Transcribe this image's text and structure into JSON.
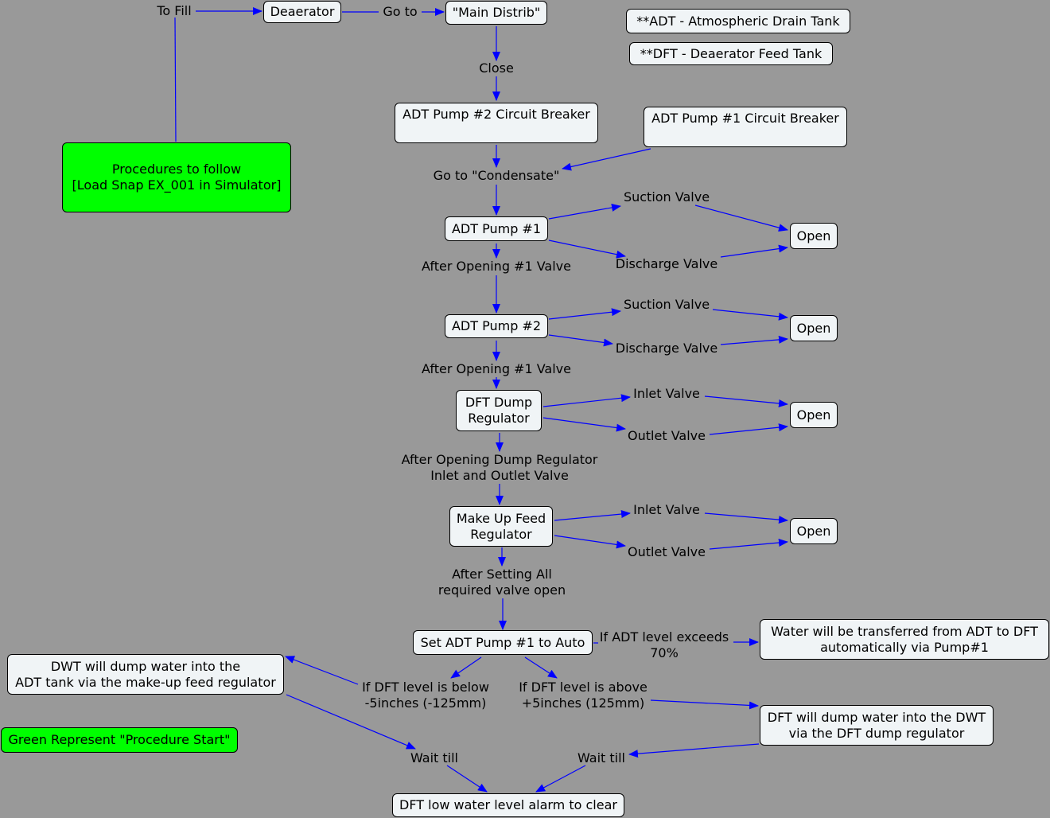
{
  "colors": {
    "background": "#999999",
    "node_fill": "#f0f4f6",
    "procedure_start": "#00ff00",
    "arrow": "#0000ff"
  },
  "nodes": {
    "deaerator": "Deaerator",
    "main_distrib": "\"Main Distrib\"",
    "adt_legend": "**ADT - Atmospheric Drain Tank",
    "dft_legend": "**DFT - Deaerator Feed Tank",
    "adt_pump2_breaker": "ADT Pump #2 Circuit Breaker",
    "adt_pump1_breaker": "ADT Pump #1 Circuit Breaker",
    "procedures_line1": "Procedures to follow",
    "procedures_line2": "[Load Snap EX_001 in Simulator]",
    "adt_pump1": "ADT Pump #1",
    "adt_pump2": "ADT Pump #2",
    "open_1": "Open",
    "open_2": "Open",
    "open_3": "Open",
    "open_4": "Open",
    "dft_dump_line1": "DFT Dump",
    "dft_dump_line2": "Regulator",
    "makeup_line1": "Make Up Feed",
    "makeup_line2": "Regulator",
    "set_pump_auto": "Set ADT Pump #1 to Auto",
    "water_transfer_line1": "Water will be transferred from ADT to DFT",
    "water_transfer_line2": "automatically via Pump#1",
    "dwt_dump_line1": "DWT will dump water into the",
    "dwt_dump_line2": "ADT tank via the make-up feed regulator",
    "dft_dump_dwt_line1": "DFT will dump water into the DWT",
    "dft_dump_dwt_line2": "via the DFT dump regulator",
    "legend_green": "Green Represent \"Procedure Start\"",
    "low_level_alarm": "DFT low water level alarm to clear"
  },
  "labels": {
    "to_fill": "To Fill",
    "go_to": "Go to",
    "close": "Close",
    "go_to_condensate": "Go to \"Condensate\"",
    "suction_valve_1": "Suction Valve",
    "discharge_valve_1": "Discharge Valve",
    "after_opening_1": "After Opening #1 Valve",
    "suction_valve_2": "Suction Valve",
    "discharge_valve_2": "Discharge Valve",
    "after_opening_2": "After Opening #1 Valve",
    "inlet_valve_1": "Inlet Valve",
    "outlet_valve_1": "Outlet Valve",
    "after_dump_line1": "After Opening Dump Regulator",
    "after_dump_line2": "Inlet and Outlet Valve",
    "inlet_valve_2": "Inlet Valve",
    "outlet_valve_2": "Outlet Valve",
    "after_setting_line1": "After Setting All",
    "after_setting_line2": "required valve open",
    "if_adt_line1": "If ADT level exceeds",
    "if_adt_line2": "70%",
    "if_below_line1": "If DFT level is below",
    "if_below_line2": "-5inches (-125mm)",
    "if_above_line1": "If DFT level is above",
    "if_above_line2": "+5inches (125mm)",
    "wait_till_1": "Wait till",
    "wait_till_2": "Wait till"
  }
}
